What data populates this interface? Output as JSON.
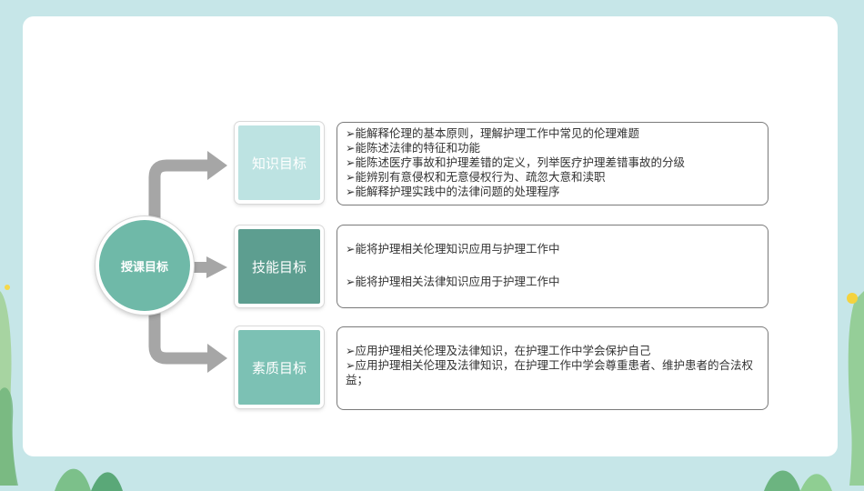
{
  "center": {
    "label": "授课目标"
  },
  "goals": [
    {
      "title": "知识目标",
      "items": [
        "➢能解释伦理的基本原则，理解护理工作中常见的伦理难题",
        "➢能陈述法律的特征和功能",
        "➢能陈述医疗事故和护理差错的定义，列举医疗护理差错事故的分级",
        "➢能辨别有意侵权和无意侵权行为、疏忽大意和渎职",
        "➢能解释护理实践中的法律问题的处理程序"
      ]
    },
    {
      "title": "技能目标",
      "items": [
        "➢能将护理相关伦理知识应用与护理工作中",
        "➢能将护理相关法律知识应用于护理工作中"
      ]
    },
    {
      "title": "素质目标",
      "items": [
        "➢应用护理相关伦理及法律知识，在护理工作中学会保护自己",
        "➢应用护理相关伦理及法律知识，在护理工作中学会尊重患者、维护患者的合法权益；"
      ]
    }
  ],
  "colors": {
    "background": "#c6e6e8",
    "center_fill": "#6fb9a8",
    "goal_knowledge": "#bde3e2",
    "goal_skill": "#5d9e90",
    "goal_quality": "#7cc1b4",
    "arrow": "#a6a6a6"
  }
}
